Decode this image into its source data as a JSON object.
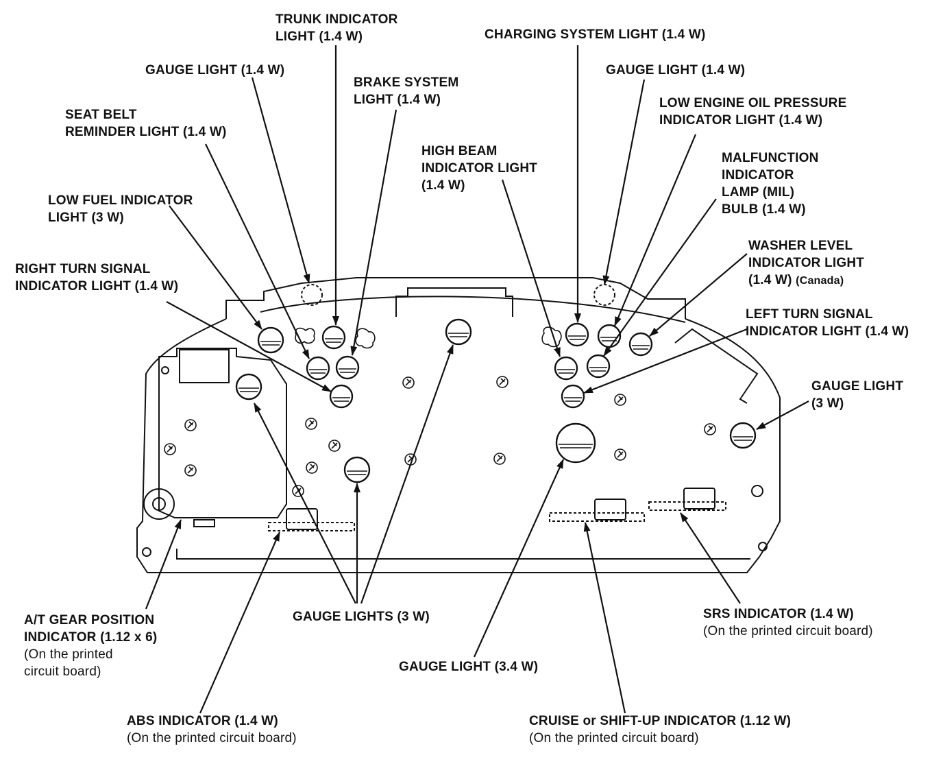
{
  "colors": {
    "ink": "#111111",
    "paper": "#ffffff"
  },
  "labels": {
    "trunk": [
      "TRUNK INDICATOR",
      "LIGHT (1.4 W)"
    ],
    "gauge_top_left": [
      "GAUGE LIGHT (1.4 W)"
    ],
    "brake": [
      "BRAKE SYSTEM",
      "LIGHT (1.4 W)"
    ],
    "seat_belt": [
      "SEAT BELT",
      "REMINDER LIGHT (1.4 W)"
    ],
    "low_fuel": [
      "LOW FUEL INDICATOR",
      "LIGHT (3 W)"
    ],
    "right_turn": [
      "RIGHT TURN SIGNAL",
      "INDICATOR LIGHT (1.4 W)"
    ],
    "charging": [
      "CHARGING SYSTEM LIGHT (1.4 W)"
    ],
    "gauge_top_right": [
      "GAUGE LIGHT (1.4 W)"
    ],
    "oil_pressure": [
      "LOW ENGINE OIL PRESSURE",
      "INDICATOR LIGHT (1.4 W)"
    ],
    "high_beam": [
      "HIGH BEAM",
      "INDICATOR LIGHT",
      "(1.4 W)"
    ],
    "mil": [
      "MALFUNCTION",
      "INDICATOR",
      "LAMP (MIL)",
      "BULB (1.4 W)"
    ],
    "washer": [
      "WASHER LEVEL",
      "INDICATOR LIGHT"
    ],
    "washer_sub": [
      "(1.4 W)",
      "(Canada)"
    ],
    "left_turn": [
      "LEFT TURN SIGNAL",
      "INDICATOR LIGHT (1.4 W)"
    ],
    "gauge_right": [
      "GAUGE LIGHT",
      "(3 W)"
    ],
    "at_gear": [
      "A/T GEAR POSITION",
      "INDICATOR (1.12 x 6)"
    ],
    "at_gear_sub": [
      "(On the printed",
      "circuit board)"
    ],
    "gauge_lights_3w": [
      "GAUGE LIGHTS (3 W)"
    ],
    "srs": [
      "SRS INDICATOR (1.4 W)"
    ],
    "srs_sub": [
      "(On the printed circuit board)"
    ],
    "gauge_34": [
      "GAUGE LIGHT (3.4 W)"
    ],
    "abs": [
      "ABS INDICATOR (1.4 W)"
    ],
    "abs_sub": [
      "(On the printed circuit board)"
    ],
    "cruise": [
      "CRUISE or SHIFT-UP INDICATOR (1.12 W)"
    ],
    "cruise_sub": [
      "(On the printed circuit board)"
    ]
  }
}
